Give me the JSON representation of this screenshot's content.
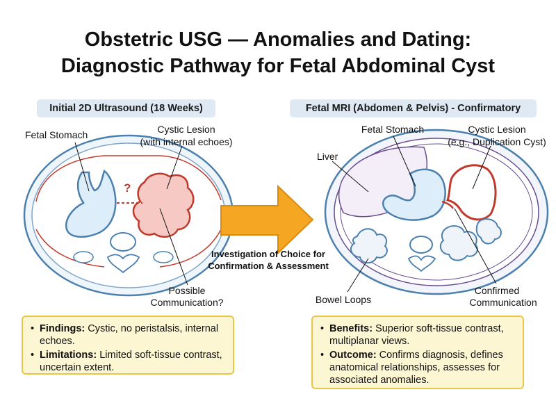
{
  "title": {
    "line1": "Obstetric USG — Anomalies and Dating:",
    "line2": "Diagnostic Pathway for Fetal Abdominal Cyst"
  },
  "left_panel": {
    "header": "Initial 2D Ultrasound (18 Weeks)",
    "labels": {
      "stomach": "Fetal Stomach",
      "lesion_1": "Cystic Lesion",
      "lesion_2": "(with internal echoes)",
      "question": "?",
      "communication_1": "Possible",
      "communication_2": "Communication?"
    },
    "summary": {
      "findings_key": "Findings:",
      "findings_text": " Cystic, no peristalsis, internal echoes.",
      "limitations_key": "Limitations:",
      "limitations_text": " Limited soft-tissue contrast, uncertain extent."
    }
  },
  "arrow": {
    "caption_1": "Investigation of Choice for",
    "caption_2": "Confirmation & Assessment"
  },
  "right_panel": {
    "header": "Fetal MRI (Abdomen & Pelvis) - Confirmatory",
    "labels": {
      "liver": "Liver",
      "stomach": "Fetal Stomach",
      "lesion_1": "Cystic Lesion",
      "lesion_2": "(e.g., Duplication Cyst)",
      "bowel": "Bowel Loops",
      "communication_1": "Confirmed",
      "communication_2": "Communication"
    },
    "summary": {
      "benefits_key": "Benefits:",
      "benefits_text": " Superior soft-tissue contrast, multiplanar views.",
      "outcome_key": "Outcome:",
      "outcome_text": " Confirms diagnosis, defines anatomical relationships, assesses for associated anomalies."
    }
  },
  "colors": {
    "outline_blue": "#4a7fae",
    "cyst_red": "#c0392b",
    "cyst_fill": "#f6c9c4",
    "stomach_fill": "#ddeefa",
    "arrow_orange": "#f5a623",
    "mri_purple": "#6a4c93"
  }
}
